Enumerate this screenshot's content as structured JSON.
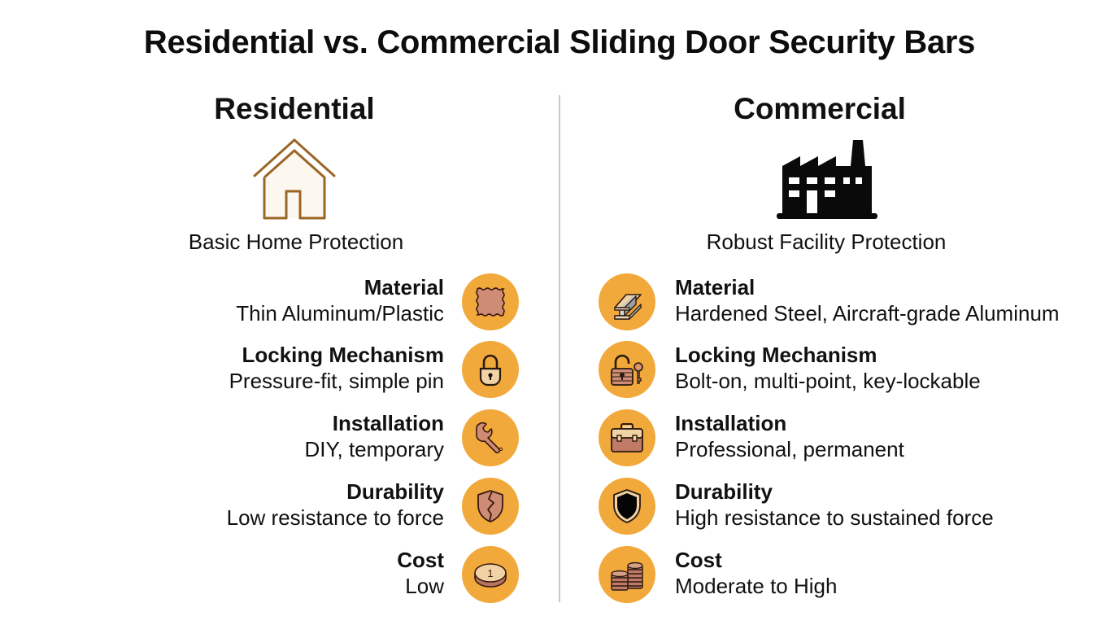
{
  "title": "Residential vs. Commercial Sliding Door Security Bars",
  "colors": {
    "icon_circle": "#f2a93b",
    "icon_fill": "#cf8c74",
    "icon_outline": "#3a1a10",
    "house_stroke": "#9a6626",
    "divider": "#c8c8c8"
  },
  "residential": {
    "heading": "Residential",
    "hero_icon": "house-outline-icon",
    "subtitle": "Basic Home Protection",
    "rows": [
      {
        "label": "Material",
        "value": "Thin Aluminum/Plastic",
        "icon": "material-sheet-icon"
      },
      {
        "label": "Locking Mechanism",
        "value": "Pressure-fit, simple pin",
        "icon": "padlock-icon"
      },
      {
        "label": "Installation",
        "value": "DIY, temporary",
        "icon": "wrench-icon"
      },
      {
        "label": "Durability",
        "value": "Low resistance to force",
        "icon": "cracked-shield-icon"
      },
      {
        "label": "Cost",
        "value": "Low",
        "icon": "single-coin-icon",
        "coin_text": "1"
      }
    ]
  },
  "commercial": {
    "heading": "Commercial",
    "hero_icon": "factory-icon",
    "subtitle": "Robust Facility Protection",
    "rows": [
      {
        "label": "Material",
        "value": "Hardened Steel, Aircraft-grade Aluminum",
        "icon": "steel-i-beam-icon"
      },
      {
        "label": "Locking Mechanism",
        "value": "Bolt-on, multi-point, key-lockable",
        "icon": "padlock-key-icon"
      },
      {
        "label": "Installation",
        "value": "Professional, permanent",
        "icon": "toolbox-icon"
      },
      {
        "label": "Durability",
        "value": "High resistance to sustained force",
        "icon": "solid-shield-icon"
      },
      {
        "label": "Cost",
        "value": "Moderate to High",
        "icon": "coin-stacks-icon"
      }
    ]
  }
}
